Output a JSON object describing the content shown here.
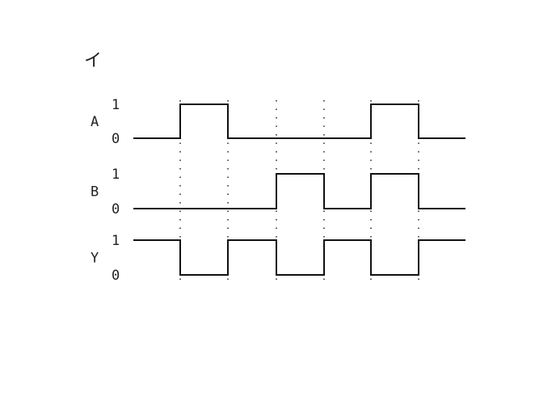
{
  "figure": {
    "title": "イ",
    "level_high": "1",
    "level_low": "0",
    "signals": [
      {
        "name": "A",
        "levels": [
          0,
          1,
          0,
          0,
          0,
          1,
          0
        ]
      },
      {
        "name": "B",
        "levels": [
          0,
          0,
          0,
          1,
          0,
          1,
          0
        ]
      },
      {
        "name": "Y",
        "levels": [
          1,
          0,
          1,
          0,
          1,
          0,
          1
        ]
      }
    ]
  }
}
